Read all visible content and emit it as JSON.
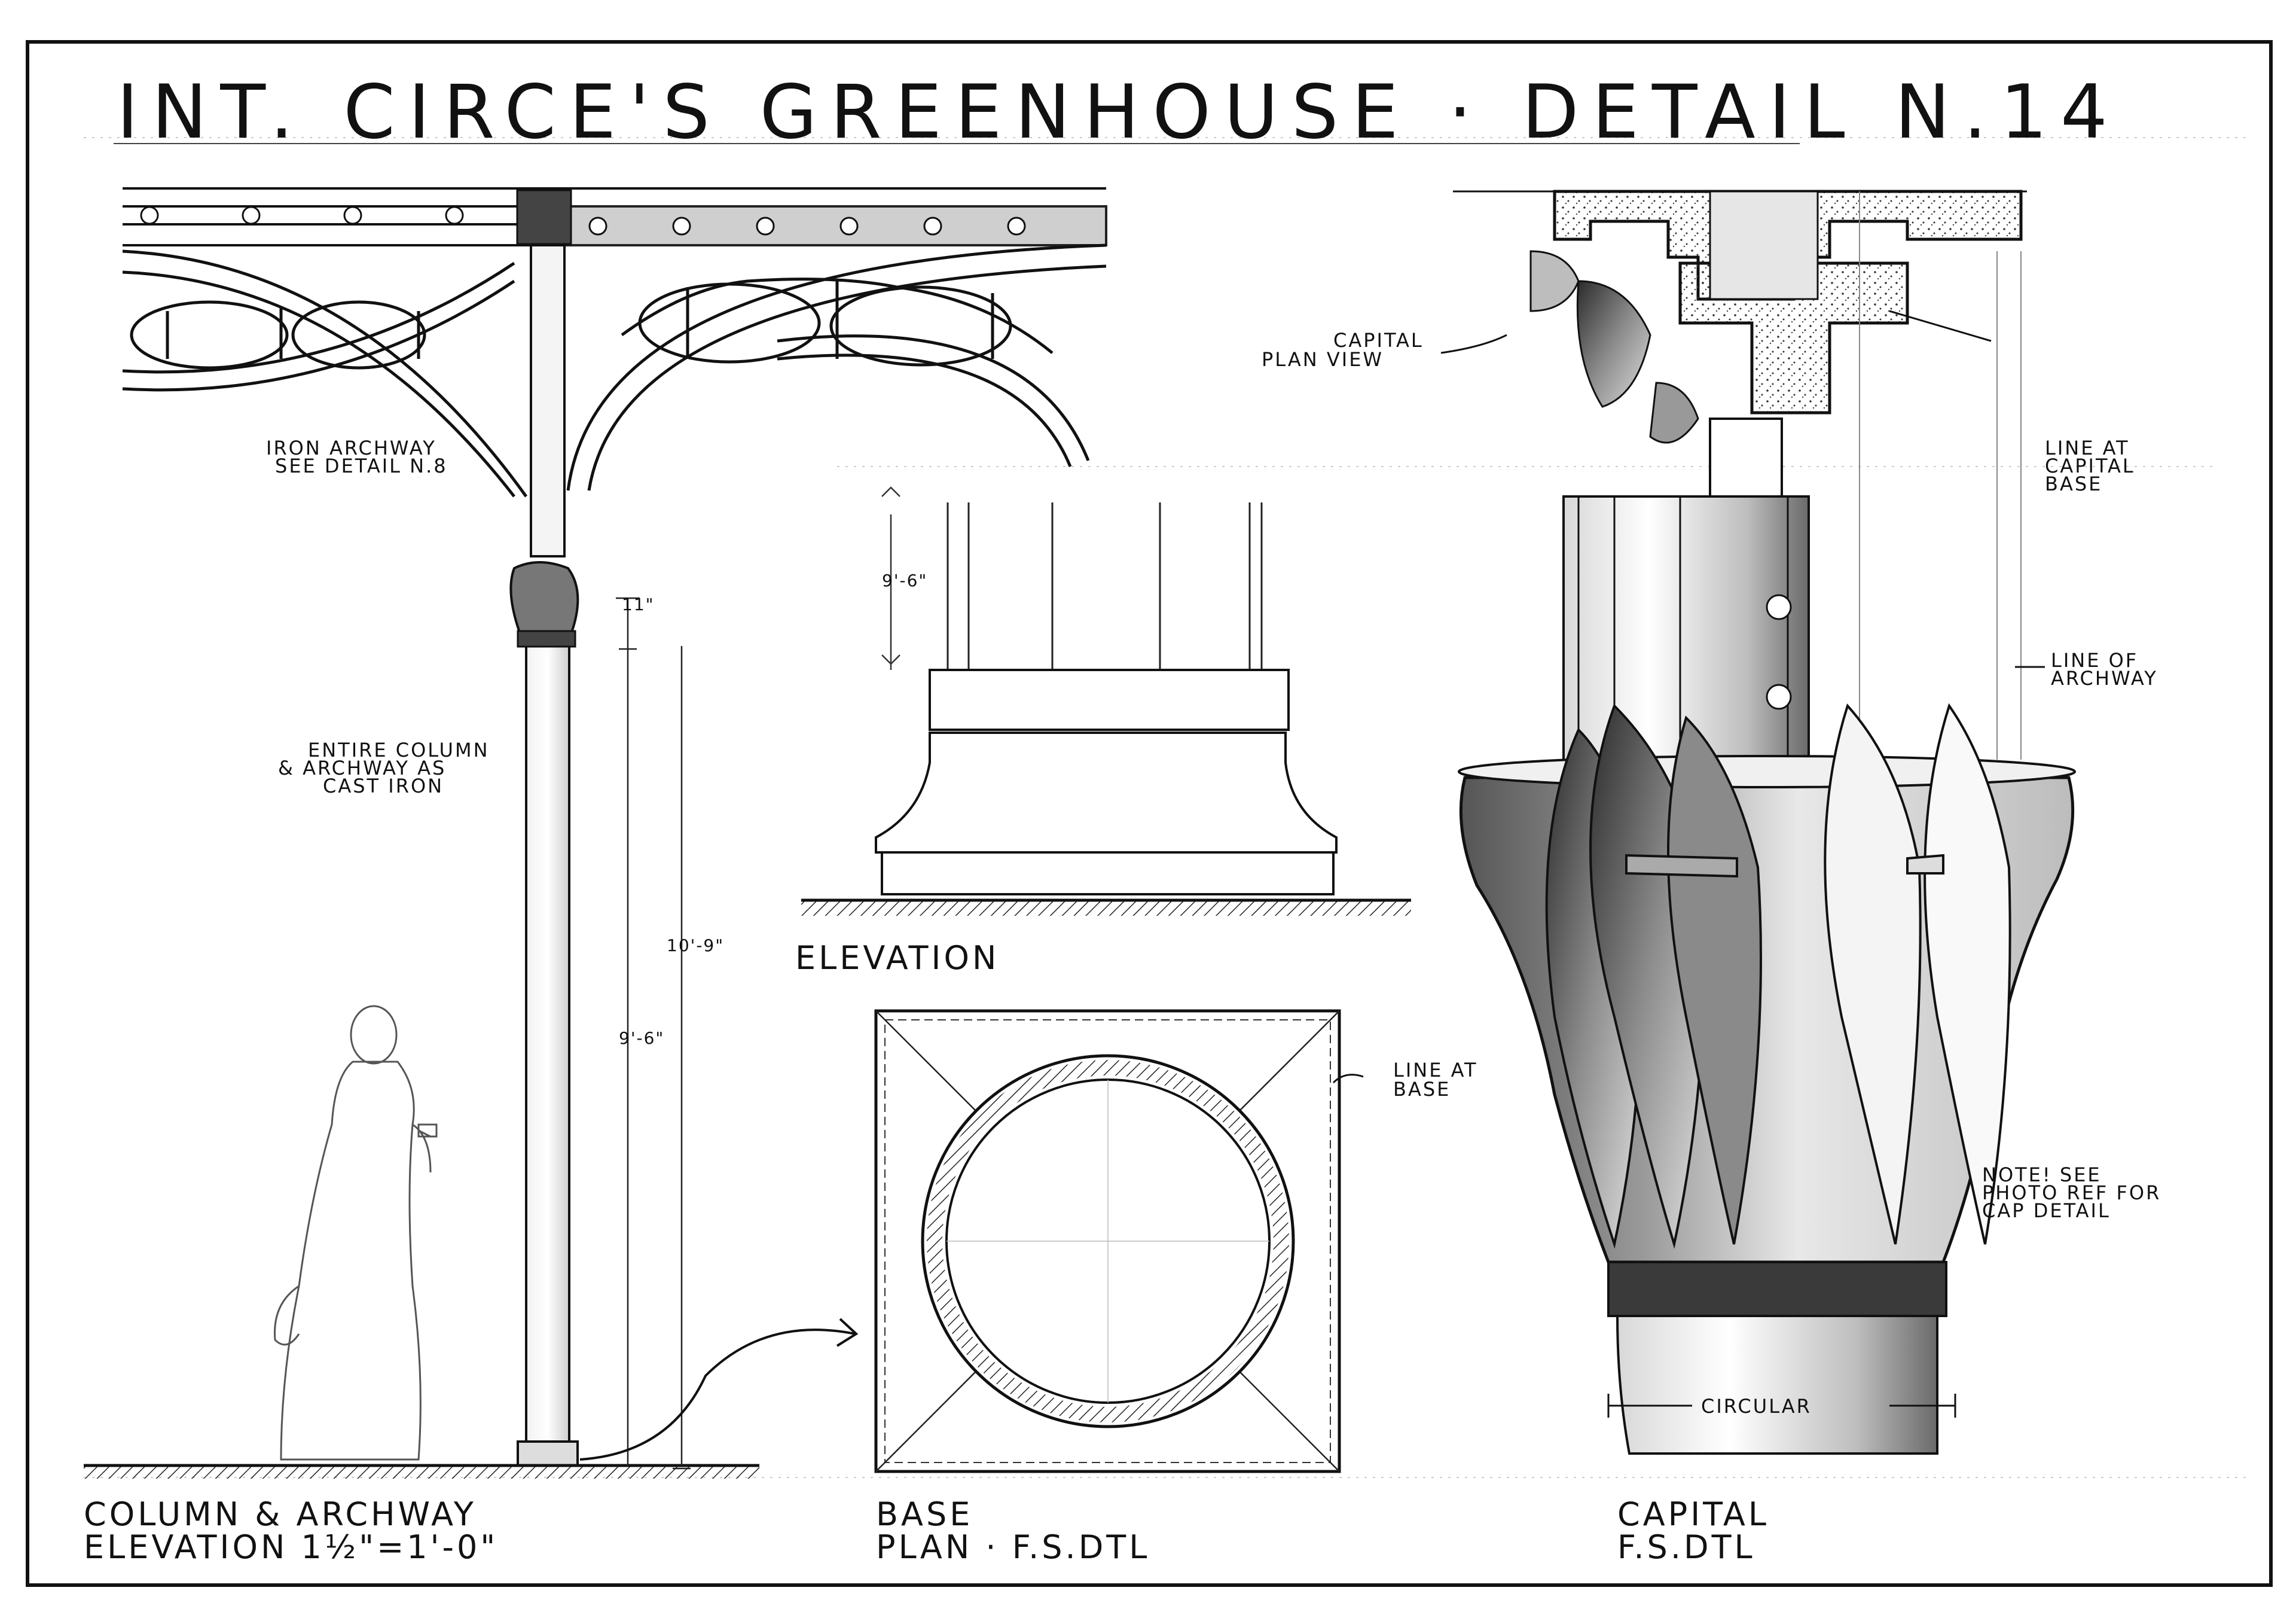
{
  "title": "INT. CIRCE'S GREENHOUSE · DETAIL N.14",
  "column_elevation": {
    "title_line1": "COLUMN & ARCHWAY",
    "title_line2": "ELEVATION  1½\"=1'-0\"",
    "note_iron_line1": "IRON ARCHWAY",
    "note_iron_line2": "SEE DETAIL N.8",
    "note_cast_line1": "ENTIRE COLUMN",
    "note_cast_line2": "& ARCHWAY AS",
    "note_cast_line3": "CAST IRON",
    "dim_capital": "11\"",
    "dim_total": "10'-9\"",
    "dim_shaft": "9'-6\""
  },
  "base": {
    "elevation_label": "ELEVATION",
    "dim_shaft": "9'-6\"",
    "plan_line1": "BASE",
    "plan_line2": "PLAN · F.S.DTL",
    "note_line1": "LINE AT",
    "note_line2": "BASE"
  },
  "capital": {
    "plan_view_line1": "CAPITAL",
    "plan_view_line2": "PLAN VIEW",
    "note_cap_base_line1": "LINE AT",
    "note_cap_base_line2": "CAPITAL",
    "note_cap_base_line3": "BASE",
    "note_archway_line1": "LINE OF",
    "note_archway_line2": "ARCHWAY",
    "note_photo_line1": "NOTE! SEE",
    "note_photo_line2": "PHOTO REF FOR",
    "note_photo_line3": "CAP DETAIL",
    "circular_label": "CIRCULAR",
    "title_line1": "CAPITAL",
    "title_line2": "F.S.DTL"
  }
}
